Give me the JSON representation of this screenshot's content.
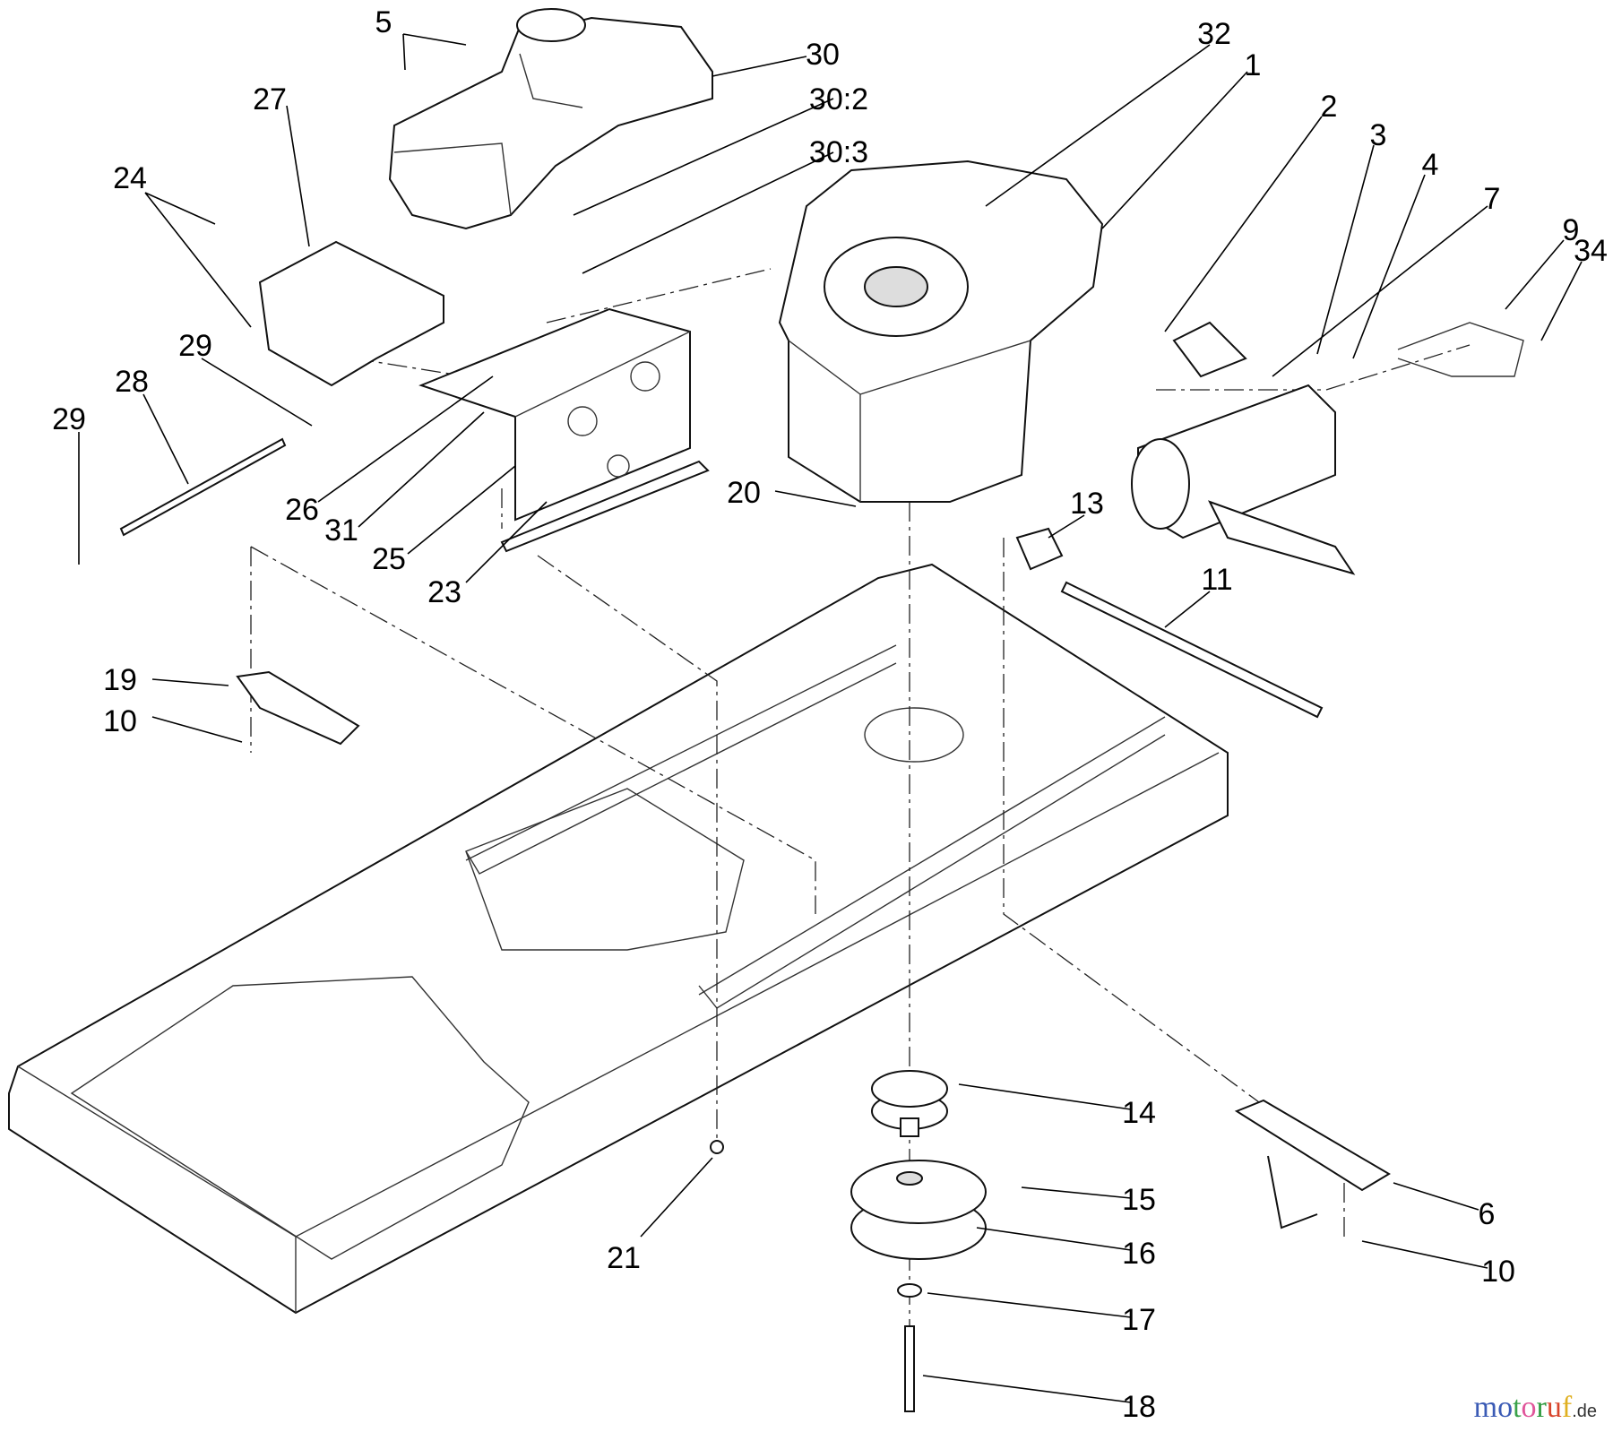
{
  "diagram": {
    "callouts": [
      "5",
      "30",
      "27",
      "30:2",
      "32",
      "1",
      "2",
      "3",
      "30:3",
      "24",
      "4",
      "7",
      "9",
      "34",
      "29",
      "28",
      "29",
      "20",
      "13",
      "26",
      "31",
      "25",
      "23",
      "11",
      "19",
      "10",
      "14",
      "15",
      "6",
      "16",
      "21",
      "10",
      "17",
      "18"
    ]
  },
  "watermark": {
    "brand": "motoruf",
    "tld": ".de",
    "colors": [
      "#3b5bb5",
      "#3b5bb5",
      "#3aa24a",
      "#e0559a",
      "#2e9a3e",
      "#d8452c",
      "#e0b020",
      "#e8c020"
    ]
  }
}
